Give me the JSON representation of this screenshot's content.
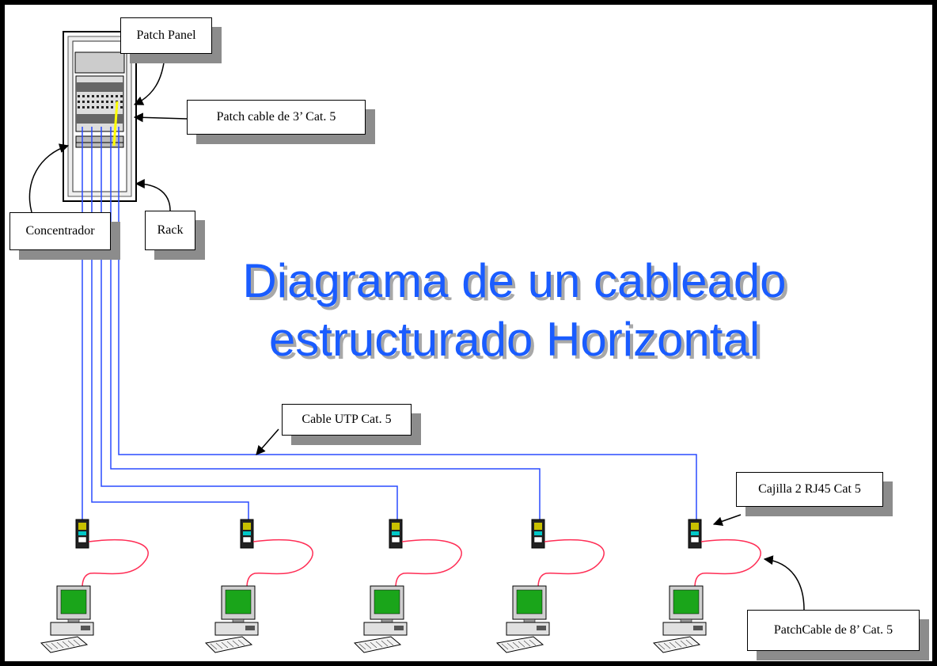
{
  "title": {
    "line1": "Diagrama de un cableado",
    "line2": "estructurado Horizontal"
  },
  "labels": {
    "patch_panel": "Patch Panel",
    "patch_cable_3ft": "Patch cable de 3’ Cat. 5",
    "concentrador": "Concentrador",
    "rack": "Rack",
    "cable_utp": "Cable UTP Cat. 5",
    "cajilla": "Cajilla 2 RJ45 Cat 5",
    "patchcable_8ft": "PatchCable de 8’ Cat. 5"
  },
  "colors": {
    "title": "#1a5cff",
    "cable_utp": "#2a4bff",
    "patch_cable": "#ff2d55",
    "patch_cable_3ft": "#ffff00",
    "monitor_screen": "#1aa51a",
    "outlet_top": "#c8c000",
    "outlet_mid": "#00c8c8"
  },
  "workstations": [
    {
      "id": "ws-1"
    },
    {
      "id": "ws-2"
    },
    {
      "id": "ws-3"
    },
    {
      "id": "ws-4"
    },
    {
      "id": "ws-5"
    }
  ]
}
